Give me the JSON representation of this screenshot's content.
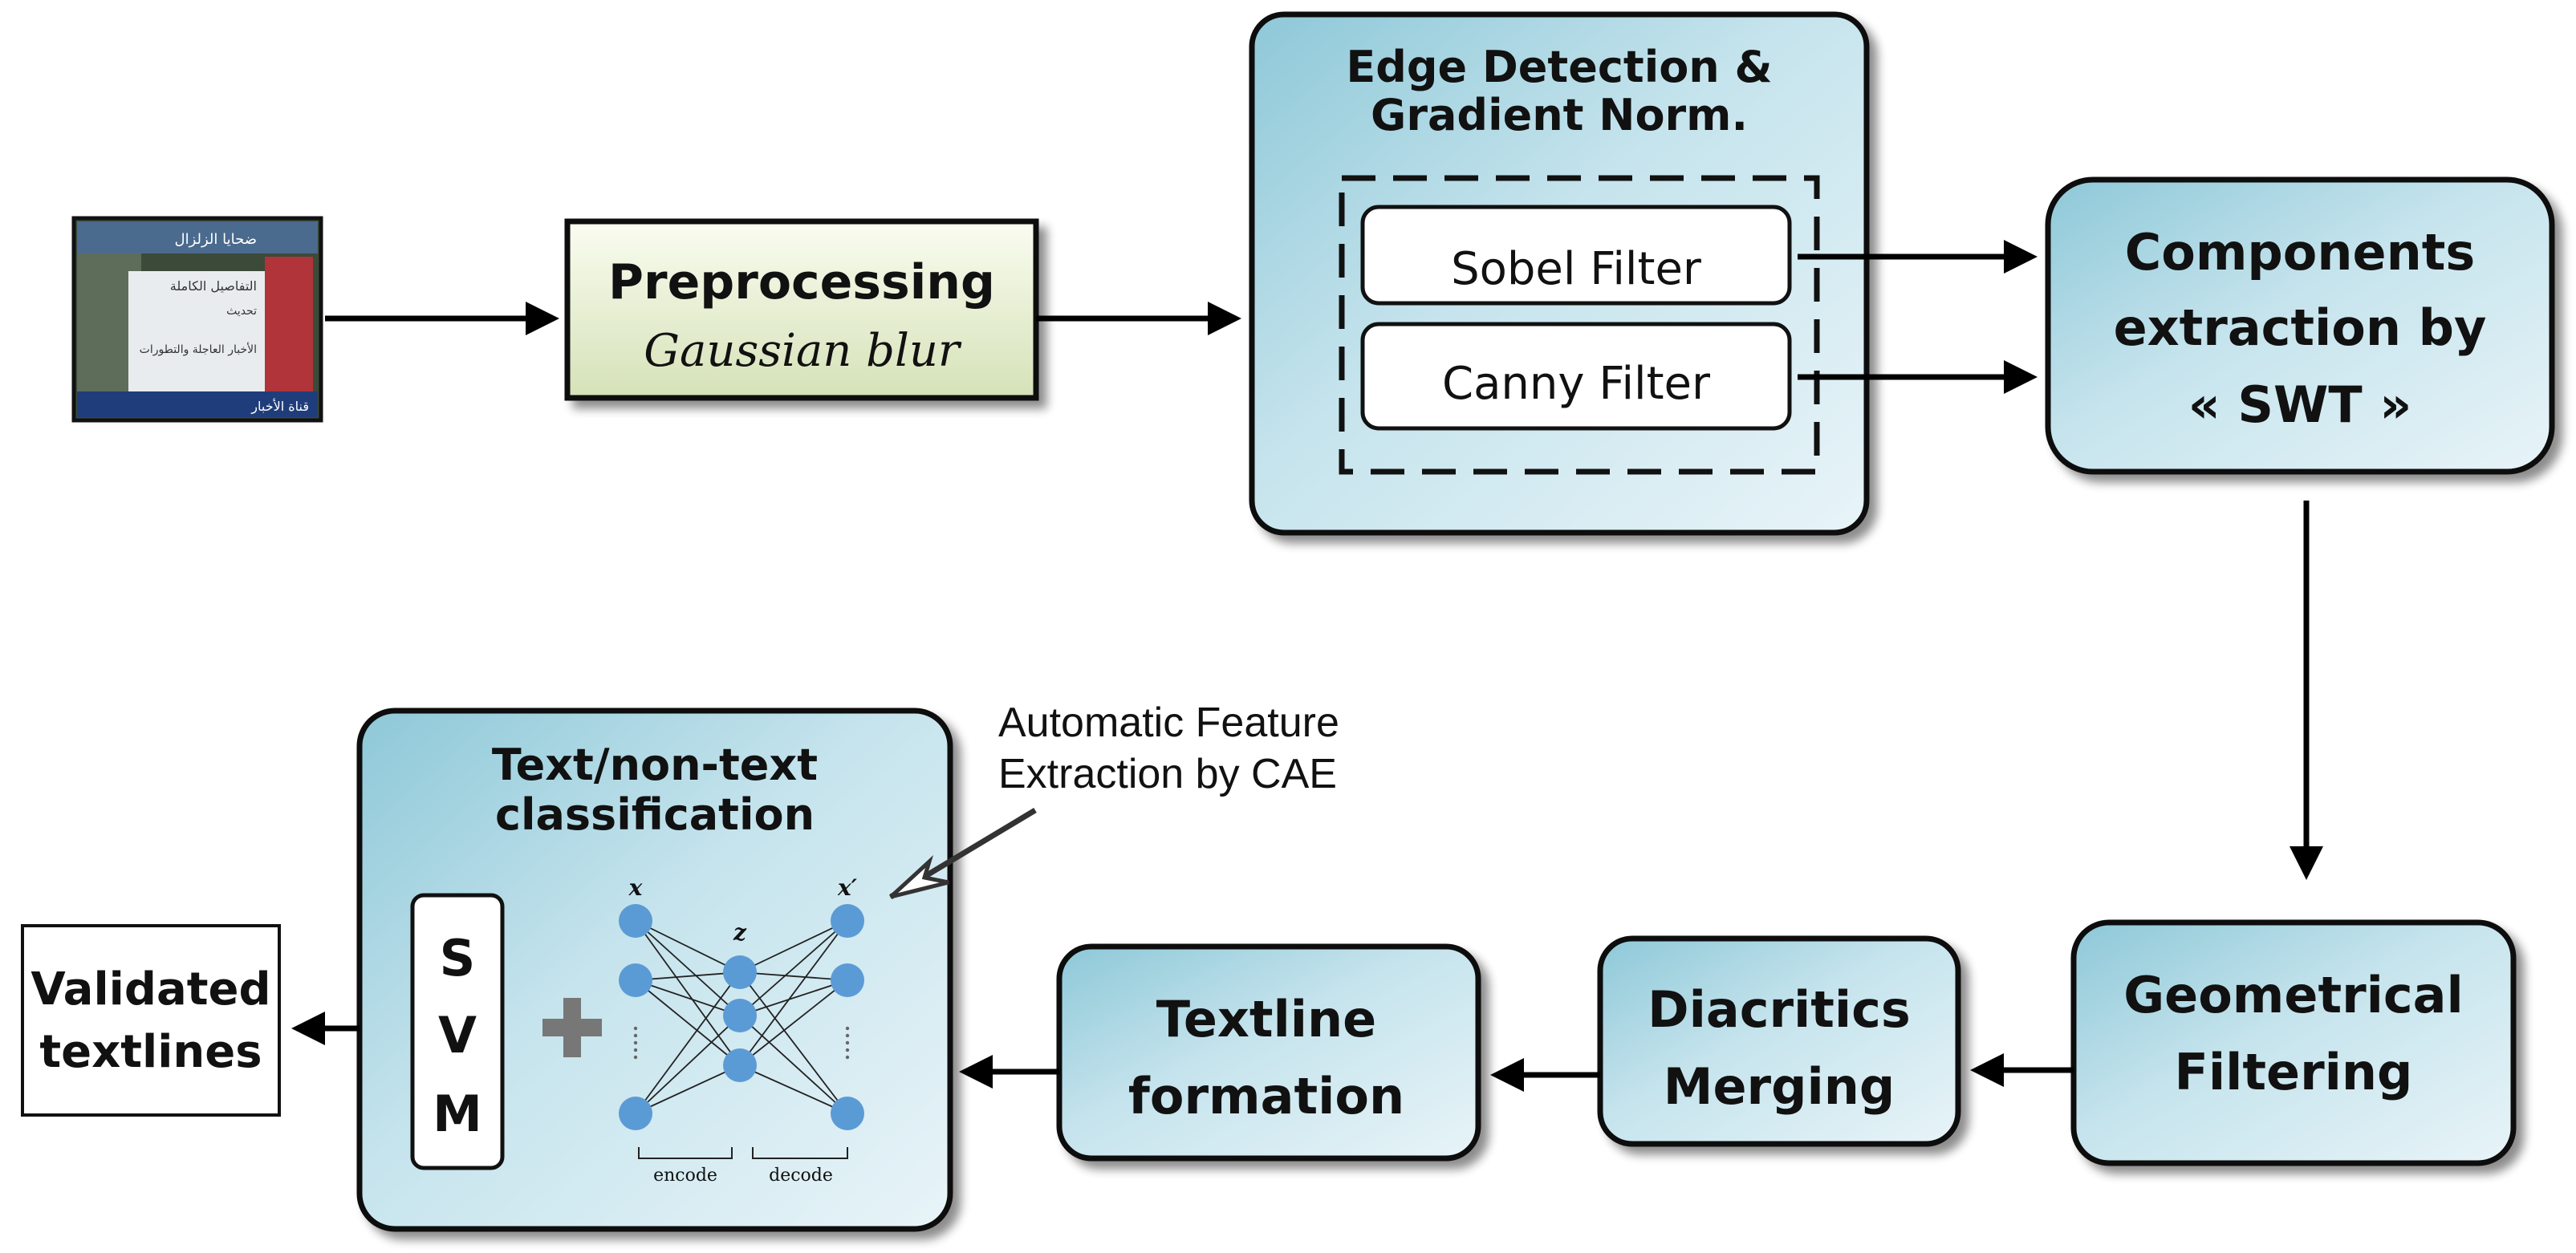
{
  "input_image": {
    "lines": [
      "ضحايا الزلزال",
      "التفاصيل الكاملة",
      "تحديث",
      "الأخبار العاجلة والتطورات",
      "قناة الأخبار"
    ]
  },
  "preprocessing": {
    "title": "Preprocessing",
    "subtitle": "Gaussian blur"
  },
  "edge_detection": {
    "title_line1": "Edge Detection &",
    "title_line2": "Gradient Norm.",
    "sobel": "Sobel Filter",
    "canny": "Canny Filter"
  },
  "swt": {
    "line1": "Components",
    "line2": "extraction by",
    "line3": "« SWT »"
  },
  "geometrical": {
    "line1": "Geometrical",
    "line2": "Filtering"
  },
  "diacritics": {
    "line1": "Diacritics",
    "line2": "Merging"
  },
  "textline": {
    "line1": "Textline",
    "line2": "formation"
  },
  "classification": {
    "title_line1": "Text/non-text",
    "title_line2": "classification",
    "svm_letters": [
      "S",
      "V",
      "M"
    ],
    "plus": "+",
    "cae_labels": {
      "x": "x",
      "z": "z",
      "x_prime": "x′",
      "encode": "encode",
      "decode": "decode"
    }
  },
  "annotation": {
    "line1": "Automatic Feature",
    "line2": "Extraction by CAE"
  },
  "output": {
    "line1": "Validated",
    "line2": "textlines"
  },
  "colors": {
    "box_gradient_dark": "#8ec8d8",
    "box_gradient_light": "#e8f4f8",
    "preprocessing_light": "#fafcf0",
    "preprocessing_dark": "#d5e2b8",
    "node_blue": "#5b9bd5"
  }
}
